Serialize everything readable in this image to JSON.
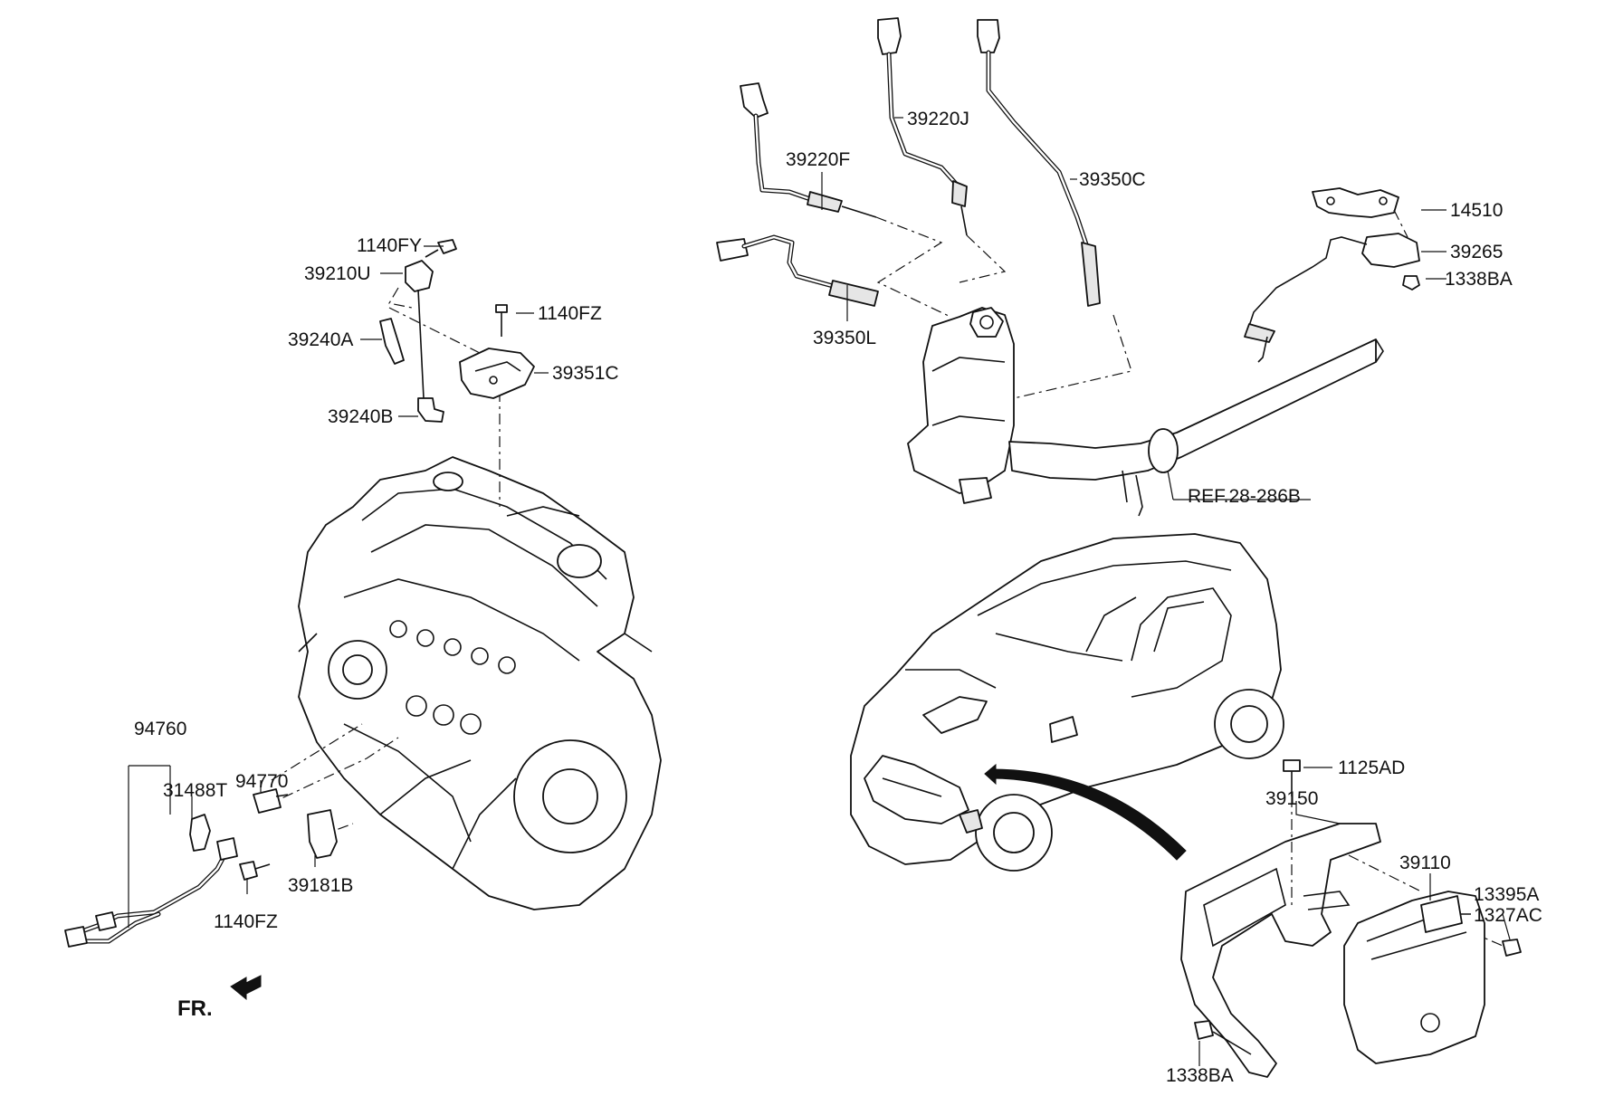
{
  "diagram": {
    "part_labels": {
      "p1140FY": "1140FY",
      "p39210U": "39210U",
      "p39240A": "39240A",
      "p1140FZ_top": "1140FZ",
      "p39351C": "39351C",
      "p39240B": "39240B",
      "p39220F": "39220F",
      "p39220J": "39220J",
      "p39350C": "39350C",
      "p39350L": "39350L",
      "p14510": "14510",
      "p39265": "39265",
      "p1338BA_top": "1338BA",
      "ref": "REF.28-286B",
      "p94760": "94760",
      "p31488T": "31488T",
      "p94770": "94770",
      "p39181B": "39181B",
      "p1140FZ_bottom": "1140FZ",
      "p1125AD": "1125AD",
      "p39150": "39150",
      "p39110": "39110",
      "p13395A": "13395A",
      "p1327AC": "1327AC",
      "p1338BA_bottom": "1338BA"
    },
    "front_marker": "FR."
  }
}
